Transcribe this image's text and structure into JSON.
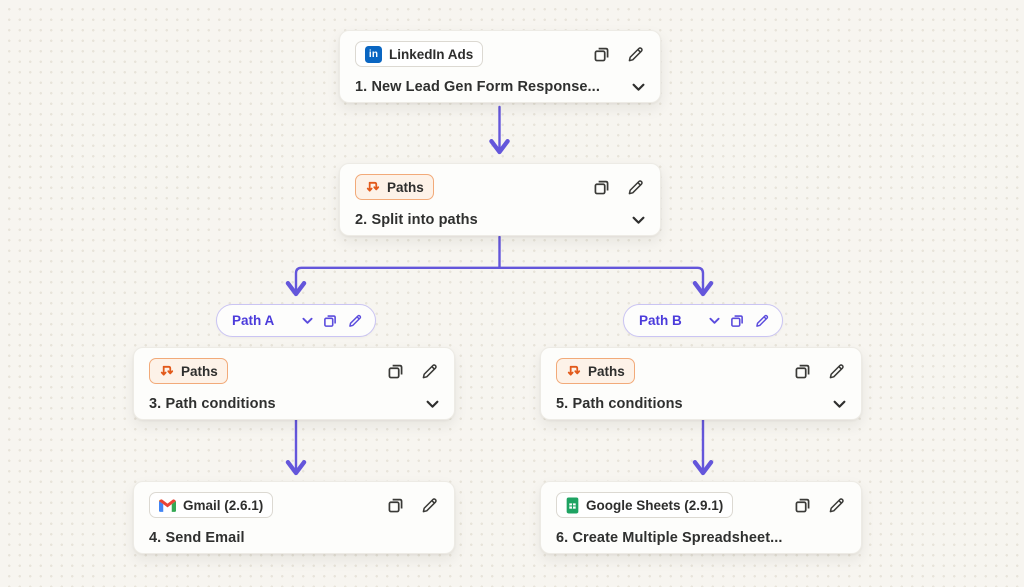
{
  "app": {
    "name": "Zap editor canvas"
  },
  "colors": {
    "background": "#f7f5f0",
    "dot_grid": "#e8e4da",
    "card_background": "#fdfdfb",
    "connector_purple": "#6456db",
    "path_label_purple": "#4b3bdb",
    "pill_border_purple": "#cac4f3",
    "paths_badge_orange_border": "#f2aa79",
    "paths_badge_orange_bg": "#fdf2e8",
    "paths_icon_orange": "#e2591a",
    "linkedin_blue": "#0a66c2",
    "sheets_green": "#1ea362",
    "gmail_red": "#ea4335",
    "icon_dark": "#3a3a37"
  },
  "icons": {
    "node_actions": [
      "copy-icon",
      "pencil-icon"
    ],
    "expand": "chevron-down-icon",
    "apps": [
      "linkedin-icon",
      "paths-split-icon",
      "gmail-icon",
      "google-sheets-icon"
    ]
  },
  "nodes": [
    {
      "app_label": "LinkedIn Ads",
      "icon": "linkedin-icon",
      "step_number": "1.",
      "title_text": "New Lead Gen Form Response...",
      "has_chevron": true
    },
    {
      "app_label": "Paths",
      "icon": "paths-split-icon",
      "step_number": "2.",
      "title_text": "Split into paths",
      "has_chevron": true
    },
    {
      "app_label": "Paths",
      "icon": "paths-split-icon",
      "step_number": "3.",
      "title_text": "Path conditions",
      "has_chevron": true
    },
    {
      "app_label": "Paths",
      "icon": "paths-split-icon",
      "step_number": "5.",
      "title_text": "Path conditions",
      "has_chevron": true
    },
    {
      "app_label": "Gmail (2.6.1)",
      "icon": "gmail-icon",
      "step_number": "4.",
      "title_text": "Send Email",
      "has_chevron": false
    },
    {
      "app_label": "Google Sheets (2.9.1)",
      "icon": "google-sheets-icon",
      "step_number": "6.",
      "title_text": "Create Multiple Spreadsheet...",
      "has_chevron": false
    }
  ],
  "paths": [
    {
      "label": "Path A"
    },
    {
      "label": "Path B"
    }
  ]
}
